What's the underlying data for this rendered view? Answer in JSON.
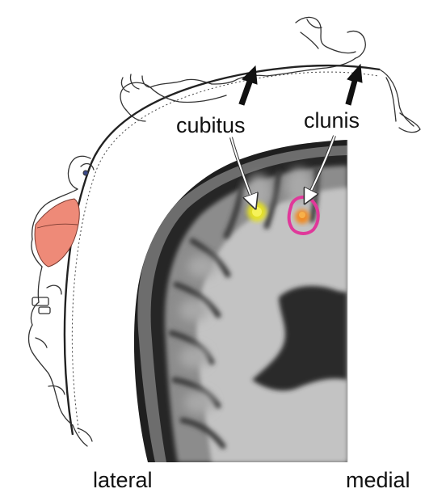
{
  "labels": {
    "cubitus": "cubitus",
    "clunis": "clunis",
    "lateral": "lateral",
    "medial": "medial"
  },
  "colors": {
    "background": "#ffffff",
    "lips": "#ee8a78",
    "cubitus_spot": "#e8e41a",
    "clunis_outline": "#e0389a",
    "clunis_core": "#f08a24",
    "arrow": "#111111",
    "pointer": "#ffffff",
    "brain_dark": "#2f2f2f",
    "brain_white": "#bdbdbd",
    "brain_gray": "#8f8f8f"
  }
}
